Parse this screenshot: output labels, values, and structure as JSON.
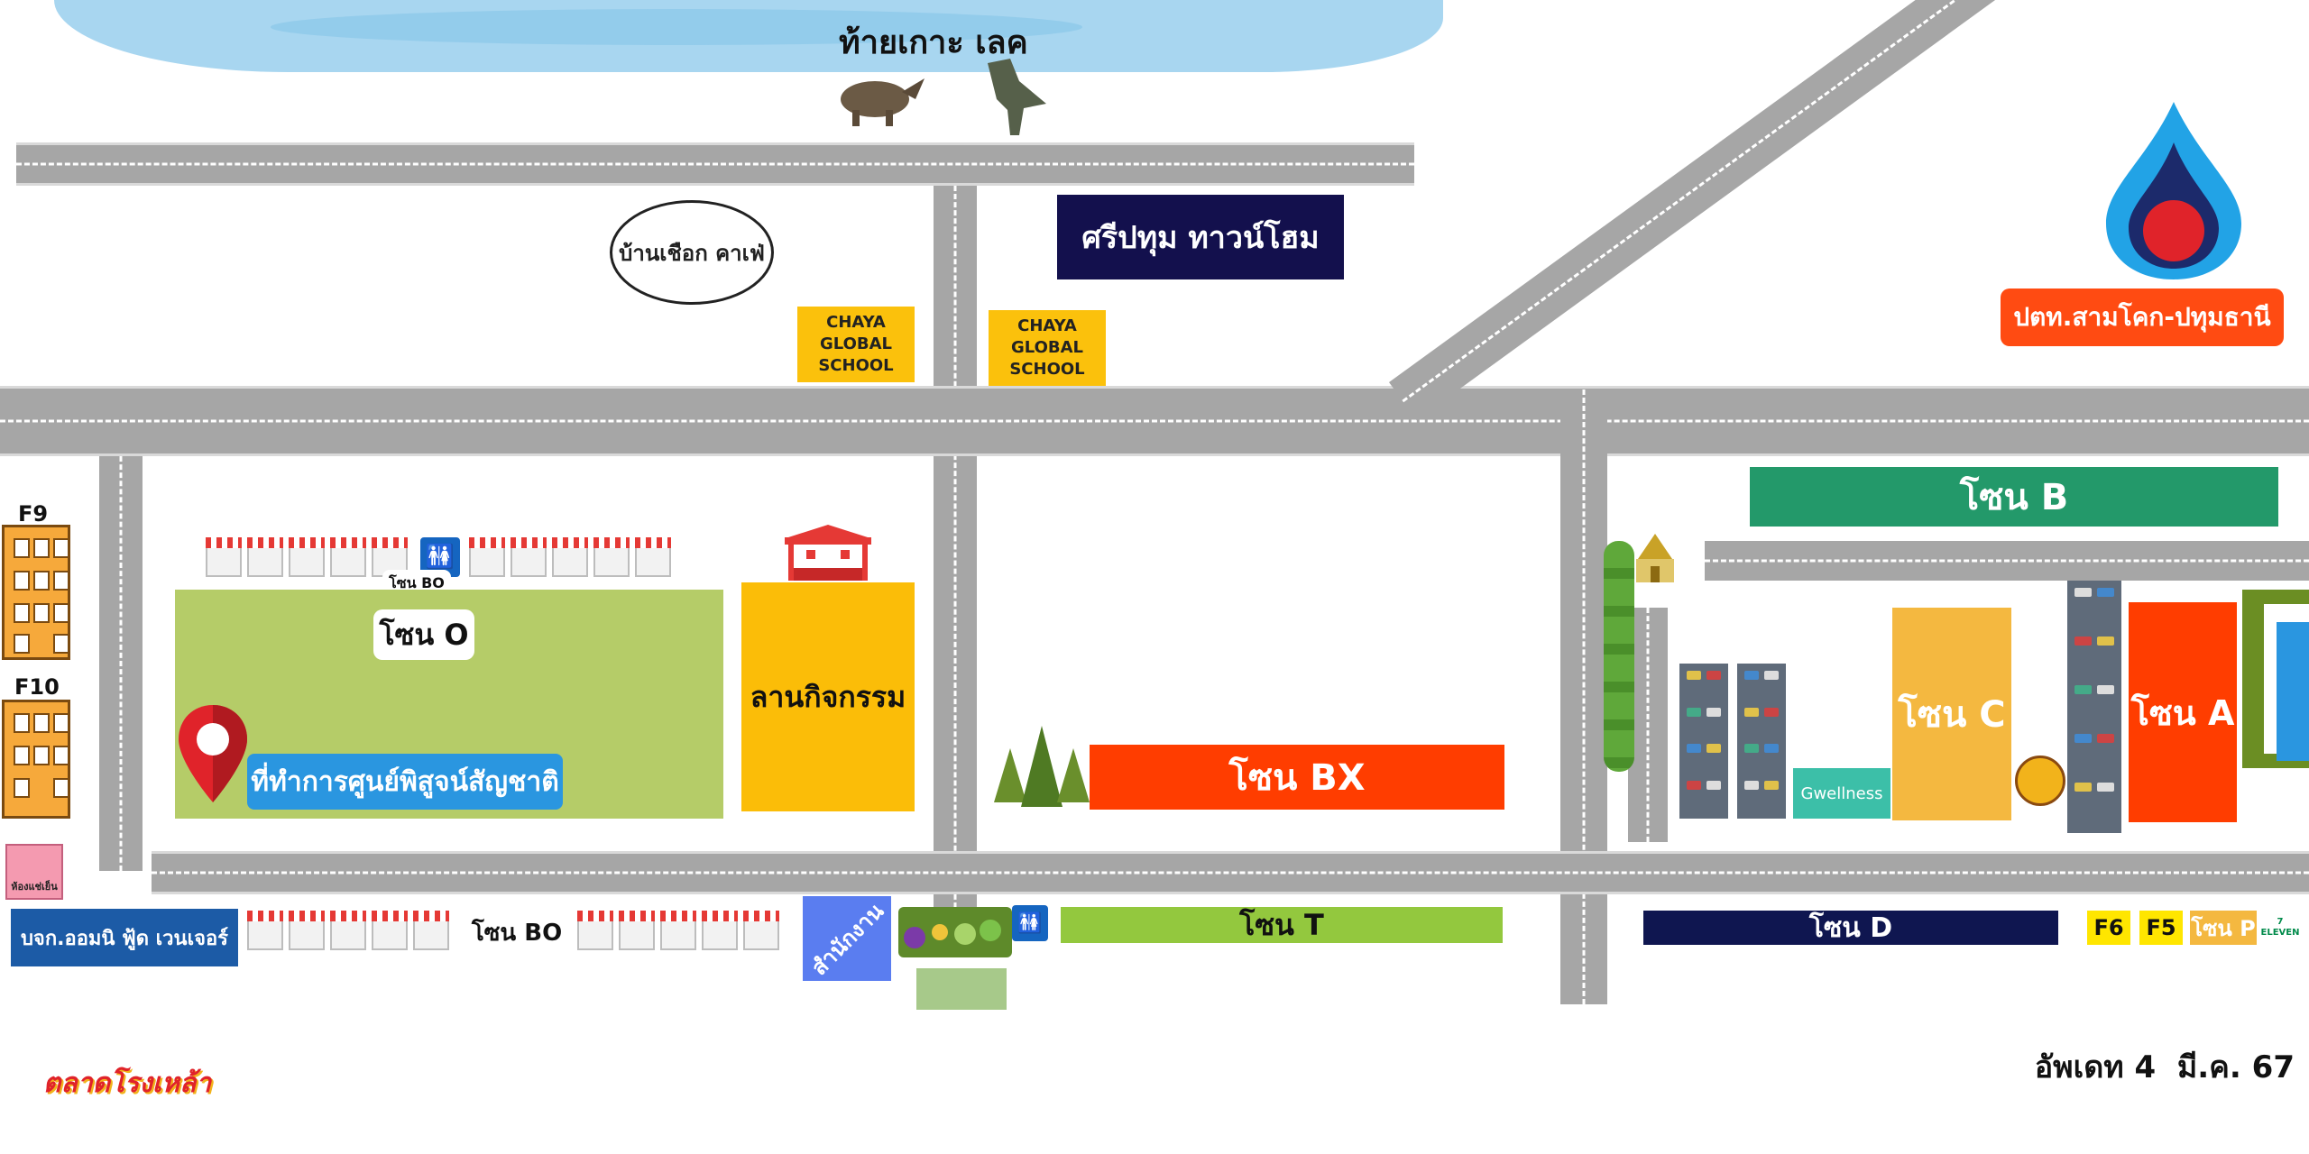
{
  "top": {
    "lake_label": "ท้ายเกาะ เลค"
  },
  "landmarks": {
    "cafe_label": "บ้านเชือก คาเฟ่",
    "sripatum_label": "ศรีปทุม ทาวน์โฮม",
    "school_left": [
      "CHAYA",
      "GLOBAL",
      "SCHOOL"
    ],
    "school_right": [
      "CHAYA",
      "GLOBAL",
      "SCHOOL"
    ],
    "ptt_label": "ปตท.สามโคก-ปทุมธานี",
    "office_label": "สำนักงาน",
    "company_label": "บจก.ออมนิ ฟู้ด เวนเจอร์",
    "ice_shop_label": "ห้องแช่เย็น",
    "wellness_label": "Gwellness",
    "seven_label": "7 ELEVEN"
  },
  "zones": {
    "zone_o": "โซน O",
    "zone_bo_top": "โซน BO",
    "zone_bo_bottom": "โซน BO",
    "activity": "ลานกิจกรรม",
    "bx": "โซน BX",
    "t": "โซน T",
    "b": "โซน B",
    "c": "โซน C",
    "a": "โซน A",
    "d": "โซน D",
    "f6": "F6",
    "f5": "F5",
    "p": "โซน P",
    "f9": "F9",
    "f10": "F10"
  },
  "marker": {
    "label": "ที่ทำการศูนย์พิสูจน์สัญชาติ"
  },
  "footer": {
    "update": "อัพเดท 4  มี.ค. 67",
    "logo_text": "ตลาดโรงเหล้า"
  },
  "colors": {
    "road": "#a6a6a6",
    "zone_o": "#b5cc68",
    "activity": "#fbbd08",
    "bx": "#ff3d00",
    "t": "#93c83e",
    "b": "#23996a",
    "c": "#f4b840",
    "a": "#ff3d00",
    "d": "#0f1650",
    "sripatum": "#13104d",
    "ptt_label": "#ff4b12",
    "marker_label": "#2a96e0",
    "company": "#1c5ba6",
    "office": "#5a7df0"
  }
}
